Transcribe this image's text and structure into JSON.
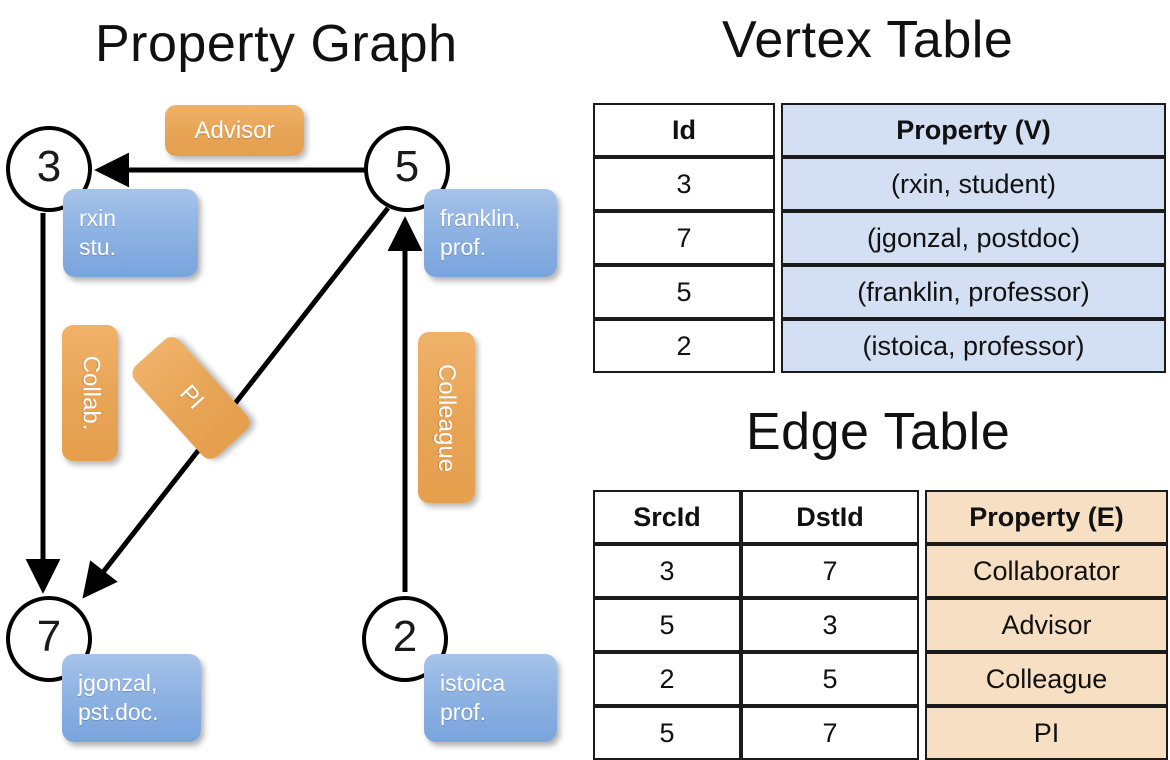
{
  "titles": {
    "property_graph": "Property Graph",
    "vertex_table": "Vertex Table",
    "edge_table": "Edge Table"
  },
  "graph": {
    "nodes": [
      {
        "id": "3",
        "property": "rxin\nstu.",
        "line1": "rxin",
        "line2": "stu."
      },
      {
        "id": "5",
        "property": "franklin, prof.",
        "line1": "franklin,",
        "line2": "prof."
      },
      {
        "id": "7",
        "property": "jgonzal, pst.doc.",
        "line1": "jgonzal,",
        "line2": "pst.doc."
      },
      {
        "id": "2",
        "property": "istoica prof.",
        "line1": "istoica",
        "line2": "prof."
      }
    ],
    "edge_labels": {
      "advisor": "Advisor",
      "collab": "Collab.",
      "pi": "PI",
      "colleague": "Colleague"
    },
    "edges": [
      {
        "src": "5",
        "dst": "3",
        "label": "Advisor"
      },
      {
        "src": "3",
        "dst": "7",
        "label": "Collab."
      },
      {
        "src": "5",
        "dst": "7",
        "label": "PI"
      },
      {
        "src": "2",
        "dst": "5",
        "label": "Colleague"
      }
    ]
  },
  "vertex_table": {
    "headers": [
      "Id",
      "Property (V)"
    ],
    "rows": [
      {
        "id": "3",
        "property": "(rxin, student)"
      },
      {
        "id": "7",
        "property": "(jgonzal, postdoc)"
      },
      {
        "id": "5",
        "property": "(franklin, professor)"
      },
      {
        "id": "2",
        "property": "(istoica, professor)"
      }
    ]
  },
  "edge_table": {
    "headers": [
      "SrcId",
      "DstId",
      "Property (E)"
    ],
    "rows": [
      {
        "src": "3",
        "dst": "7",
        "property": "Collaborator"
      },
      {
        "src": "5",
        "dst": "3",
        "property": "Advisor"
      },
      {
        "src": "2",
        "dst": "5",
        "property": "Colleague"
      },
      {
        "src": "5",
        "dst": "7",
        "property": "PI"
      }
    ]
  },
  "colors": {
    "vertex_box": "#8fb3e3",
    "edge_box": "#e8a557",
    "vertex_table_fill": "#d3dff2",
    "edge_table_fill": "#f7dfc4",
    "stroke": "#000000",
    "background": "#ffffff"
  }
}
